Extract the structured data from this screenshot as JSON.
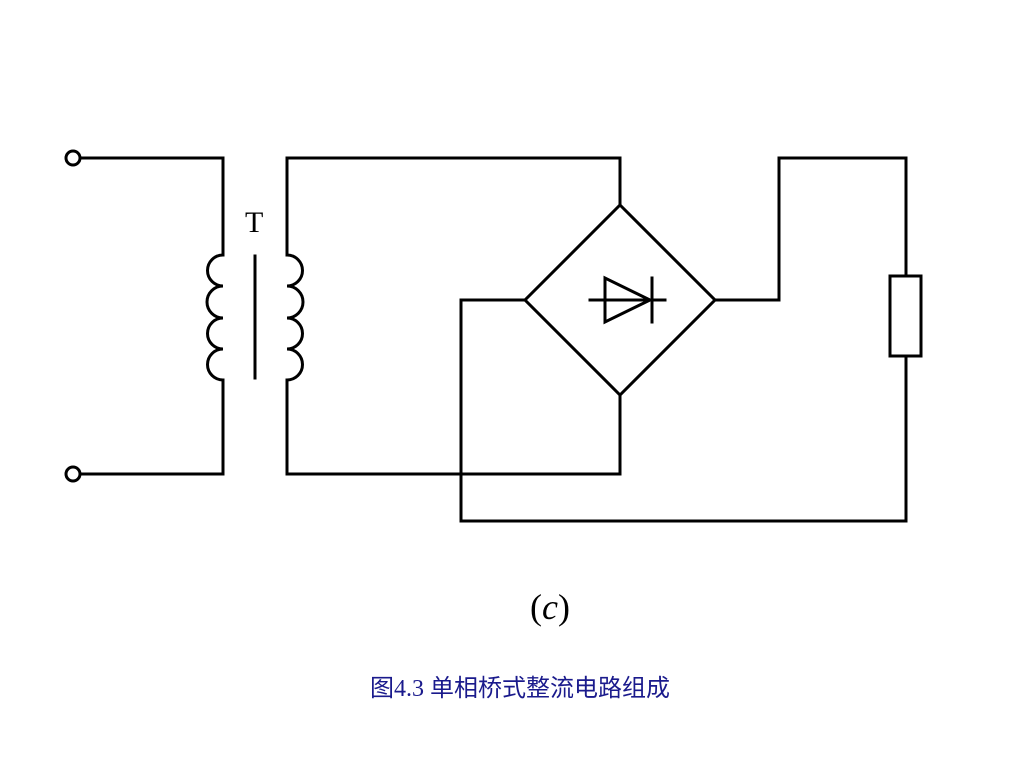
{
  "diagram": {
    "transformer_label": "T",
    "subfigure": {
      "open": "(",
      "letter": "c",
      "close": ")"
    },
    "caption": "图4.3 单相桥式整流电路组成",
    "colors": {
      "lines": "#000000",
      "caption": "#1a1a8c"
    },
    "components": [
      "input-terminal",
      "input-terminal",
      "transformer",
      "bridge-rectifier",
      "load-resistor"
    ]
  }
}
